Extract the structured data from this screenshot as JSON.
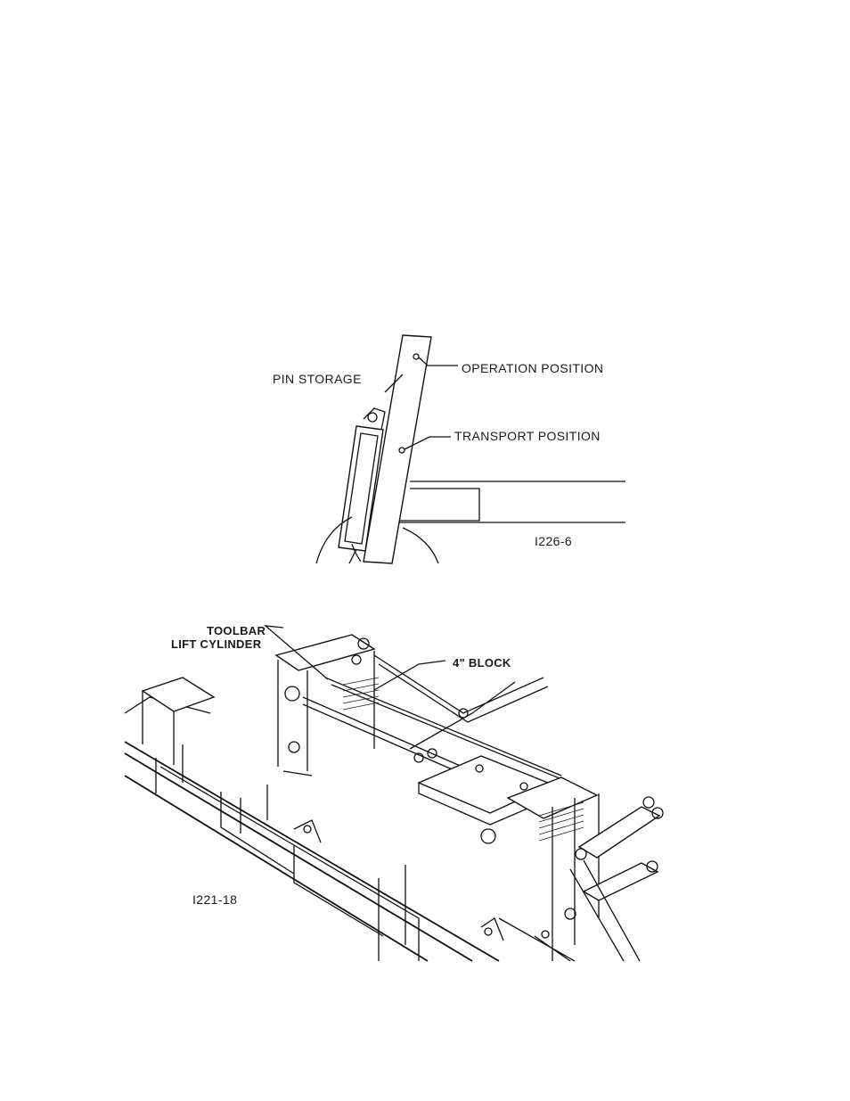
{
  "figure_top": {
    "labels": {
      "pin_storage": "PIN STORAGE",
      "operation_position": "OPERATION POSITION",
      "transport_position": "TRANSPORT POSITION",
      "figure_id": "I226-6"
    }
  },
  "figure_bottom": {
    "labels": {
      "toolbar_line1": "TOOLBAR",
      "toolbar_line2": "LIFT CYLINDER",
      "block": "4\" BLOCK",
      "figure_id": "I221-18"
    }
  }
}
